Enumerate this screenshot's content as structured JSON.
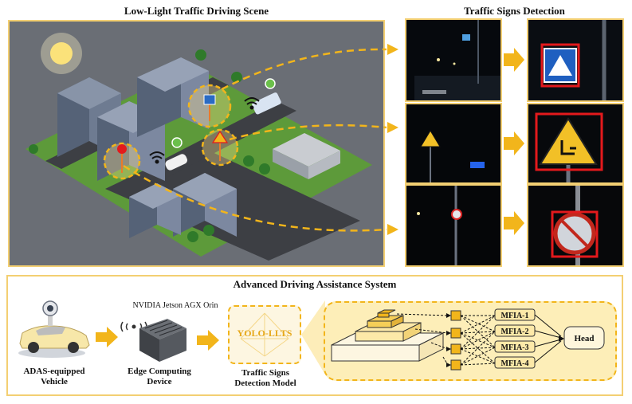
{
  "left_panel": {
    "title": "Low-Light Traffic Driving Scene"
  },
  "right_panel": {
    "title": "Traffic Signs Detection"
  },
  "ads": {
    "title": "Advanced Driving Assistance System",
    "vehicle_label": [
      "ADAS-equipped",
      "Vehicle"
    ],
    "device_name": "NVIDIA Jetson AGX Orin",
    "device_label": [
      "Edge Computing",
      "Device"
    ],
    "model_logo": "YOLO-LLTS",
    "model_label": [
      "Traffic Signs",
      "Detection Model"
    ],
    "mfia": [
      "MFIA-1",
      "MFIA-2",
      "MFIA-3",
      "MFIA-4"
    ],
    "head": "Head"
  },
  "colors": {
    "panel_fill": "#fbe9b6",
    "panel_border": "#f3cf72",
    "arrow": "#f2b51b",
    "detect_box": "#e3191c"
  }
}
